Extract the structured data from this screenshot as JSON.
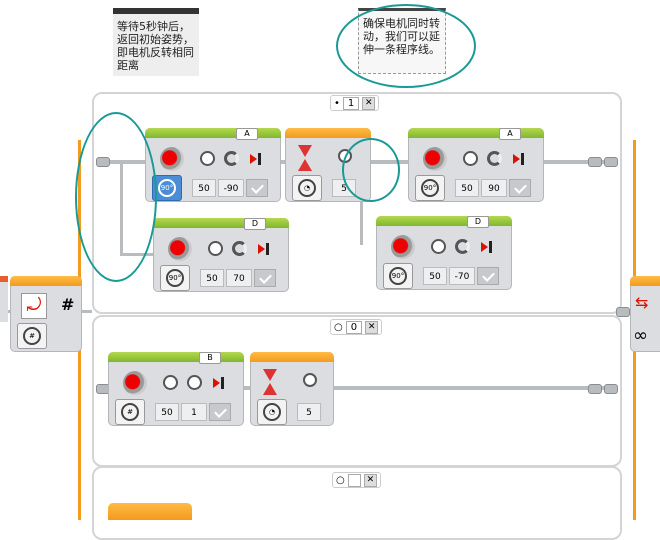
{
  "notes": {
    "left": "等待5秒钟后，返回初始姿势，即电机反转相同距离",
    "right": "确保电机同时转动，我们可以延伸一条程序线。"
  },
  "case_tabs": {
    "case1": "1",
    "case2": "0"
  },
  "blocks": {
    "motor_a1": {
      "port": "A",
      "power": "50",
      "value": "-90"
    },
    "wait1": {
      "value": "5"
    },
    "motor_a2": {
      "port": "A",
      "power": "50",
      "value": "90"
    },
    "motor_d1": {
      "port": "D",
      "power": "50",
      "value": "70"
    },
    "motor_d2": {
      "port": "D",
      "power": "50",
      "value": "-70"
    },
    "motor_b": {
      "port": "B",
      "power": "50",
      "value": "1"
    },
    "wait2": {
      "value": "5"
    }
  },
  "left_switch": {
    "symbol": "#"
  },
  "colors": {
    "accent_green": "#7fb72e",
    "accent_orange": "#f39a1f",
    "annotation": "#1a9a95"
  }
}
